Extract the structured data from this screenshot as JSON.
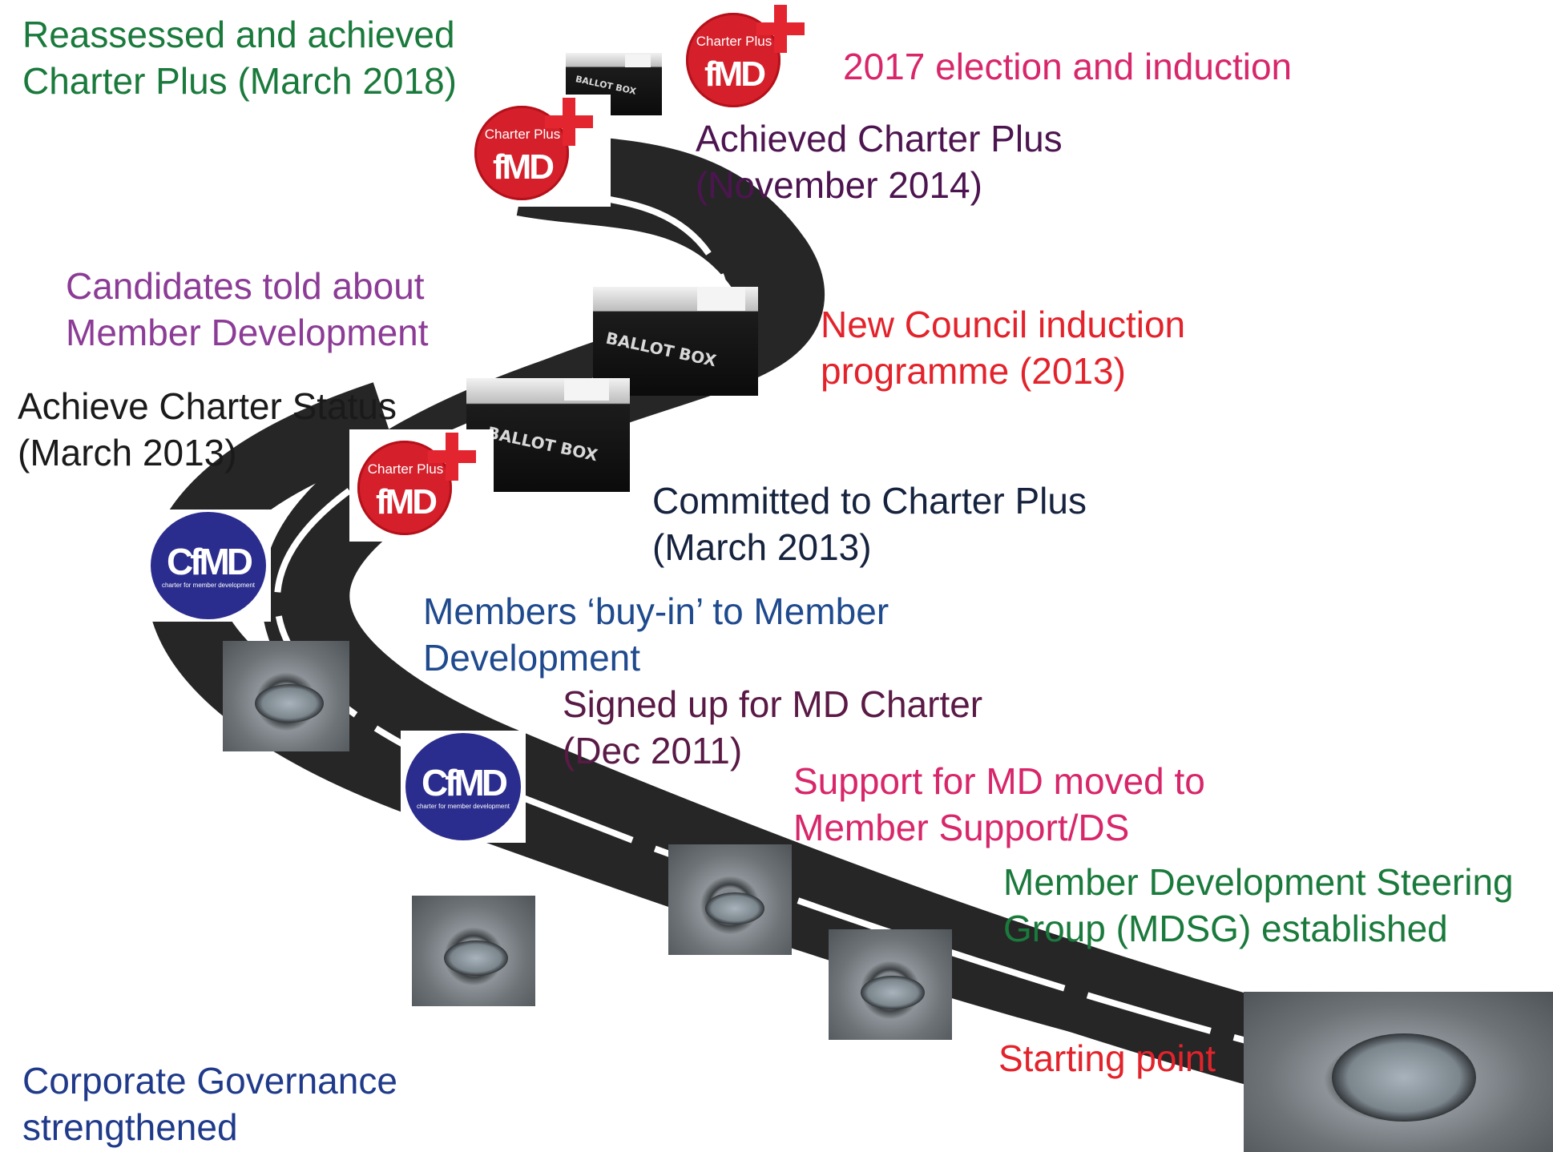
{
  "milestones": {
    "reassessed": {
      "lines": [
        "Reassessed and achieved",
        "Charter Plus (March 2018)"
      ],
      "color": "#1a7a3c"
    },
    "election": {
      "lines": [
        "2017 election and induction"
      ],
      "color": "#d8266a"
    },
    "achieved_plus": {
      "lines": [
        "Achieved Charter Plus",
        "(November 2014)"
      ],
      "color": "#4d1550"
    },
    "candidates": {
      "lines": [
        "Candidates told about",
        "Member Development"
      ],
      "color": "#8c3c96"
    },
    "new_council": {
      "lines": [
        "New Council induction",
        "programme (2013)"
      ],
      "color": "#e3232b"
    },
    "charter_status": {
      "lines": [
        "Achieve Charter Status",
        "(March 2013)"
      ],
      "color": "#1a1a1a"
    },
    "committed": {
      "lines": [
        "Committed to Charter Plus",
        "(March 2013)"
      ],
      "color": "#16233f"
    },
    "buy_in": {
      "lines": [
        "Members ‘buy-in’ to Member",
        "Development"
      ],
      "color": "#1f4a8e"
    },
    "signed_up": {
      "lines": [
        "Signed up for MD Charter",
        "(Dec 2011)"
      ],
      "color": "#5a1a46"
    },
    "support": {
      "lines": [
        "Support for MD moved to",
        "Member Support/DS"
      ],
      "color": "#d8266a"
    },
    "mdsg": {
      "lines": [
        "Member Development Steering",
        "Group (MDSG) established"
      ],
      "color": "#1a7a3c"
    },
    "starting": {
      "lines": [
        "Starting point"
      ],
      "color": "#e3232b"
    },
    "governance": {
      "lines": [
        "Corporate Governance",
        "strengthened"
      ],
      "color": "#1f3a8a"
    }
  },
  "logos": {
    "charter_plus": {
      "top_word": "Charter Plus",
      "mark": "fMD"
    },
    "cfmd": {
      "mark": "CfMD",
      "sub": "charter for member development"
    },
    "ballot_box": {
      "word": "BALLOT BOX"
    }
  },
  "colors": {
    "road": "#262626",
    "road_marking": "#ffffff",
    "charter_plus_red": "#d5202b",
    "cfmd_blue": "#2b2d8e"
  }
}
